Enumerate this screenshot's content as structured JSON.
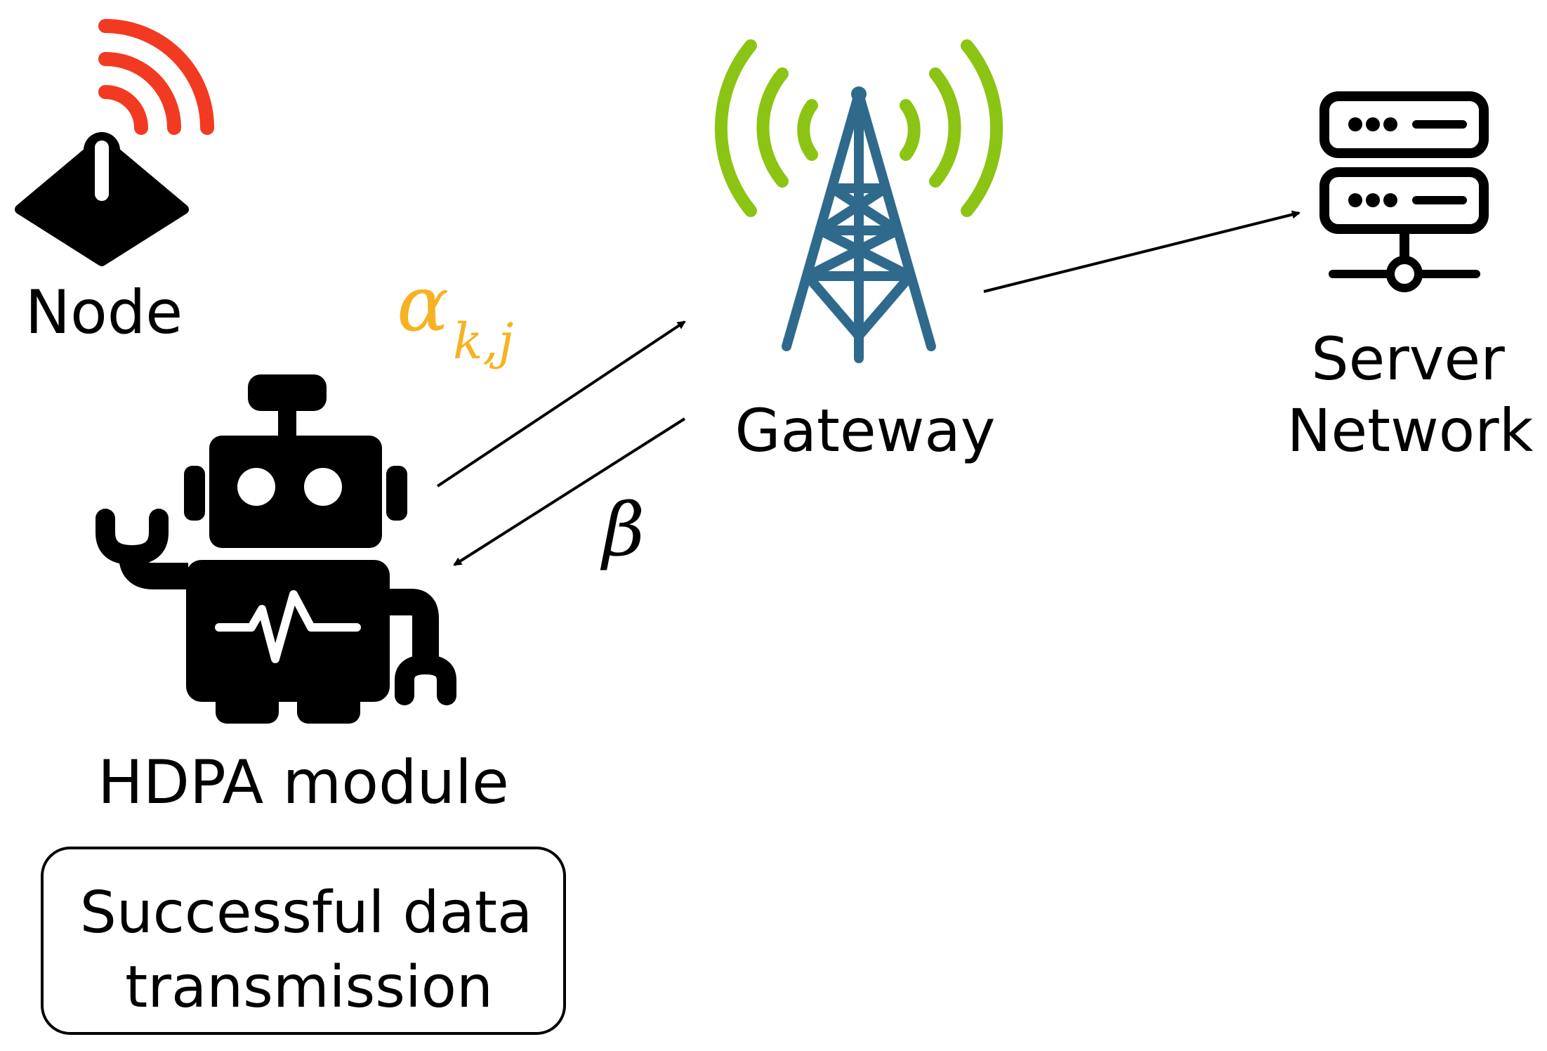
{
  "labels": {
    "node": "Node",
    "gateway": "Gateway",
    "server_line1": "Server",
    "server_line2": "Network",
    "hdpa": "HDPA module",
    "success_line1": "Successful data",
    "success_line2": "transmission"
  },
  "symbols": {
    "alpha_base": "α",
    "alpha_subscript": "k,j",
    "beta": "β"
  },
  "colors": {
    "node_signal": "#f23a22",
    "gateway_signal": "#8cc414",
    "tower": "#2f6a8c",
    "alpha": "#f5b324",
    "ink": "#000000"
  },
  "icons": {
    "node": "iot-node-icon",
    "gateway": "cell-tower-icon",
    "server": "server-rack-icon",
    "hdpa": "robot-icon"
  }
}
